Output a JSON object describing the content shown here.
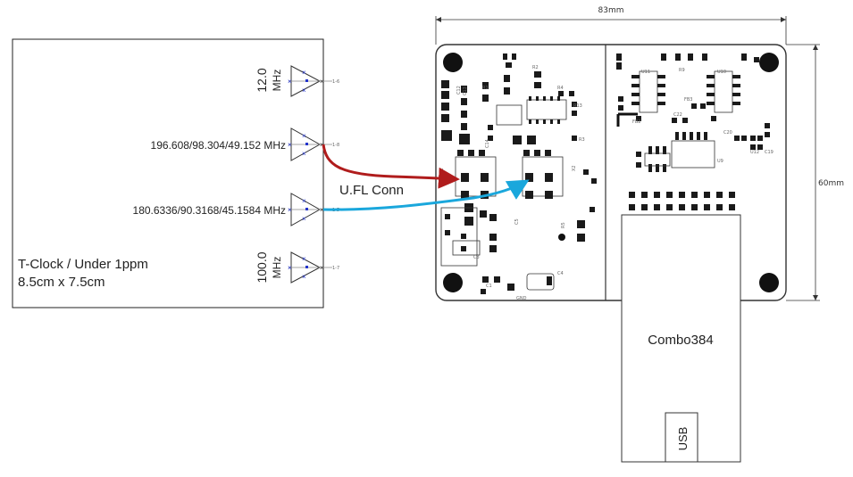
{
  "tclock": {
    "title": "T-Clock / Under 1ppm",
    "size": "8.5cm x 7.5cm",
    "outputs": [
      {
        "freq": "12.0",
        "unit": "MHz",
        "port": "1-6",
        "orientation": "vertical"
      },
      {
        "freq": "196.608/98.304/49.152 MHz",
        "port": "1-8",
        "orientation": "horizontal"
      },
      {
        "freq": "180.6336/90.3168/45.1584 MHz",
        "port": "1-5",
        "orientation": "horizontal"
      },
      {
        "freq": "100.0",
        "unit": "MHz",
        "port": "1-7",
        "orientation": "vertical"
      }
    ]
  },
  "connector_label": "U.FL Conn",
  "board": {
    "width_dim": "83mm",
    "height_dim": "60mm",
    "silkscreen": [
      "U11",
      "U10",
      "U9",
      "U12",
      "R2",
      "R4",
      "R13",
      "R3",
      "C14",
      "C13",
      "C12",
      "C22",
      "C20",
      "C19",
      "C5",
      "C4",
      "C3",
      "C1",
      "X1",
      "X2",
      "FB2",
      "FB3",
      "R1",
      "R5",
      "R9",
      "GND"
    ]
  },
  "module": {
    "name": "Combo384",
    "port": "USB"
  },
  "colors": {
    "wire_red": "#b01c1c",
    "wire_blue": "#1aa7dc",
    "pcb_outline": "#333333",
    "pad": "#1a1a1a"
  }
}
